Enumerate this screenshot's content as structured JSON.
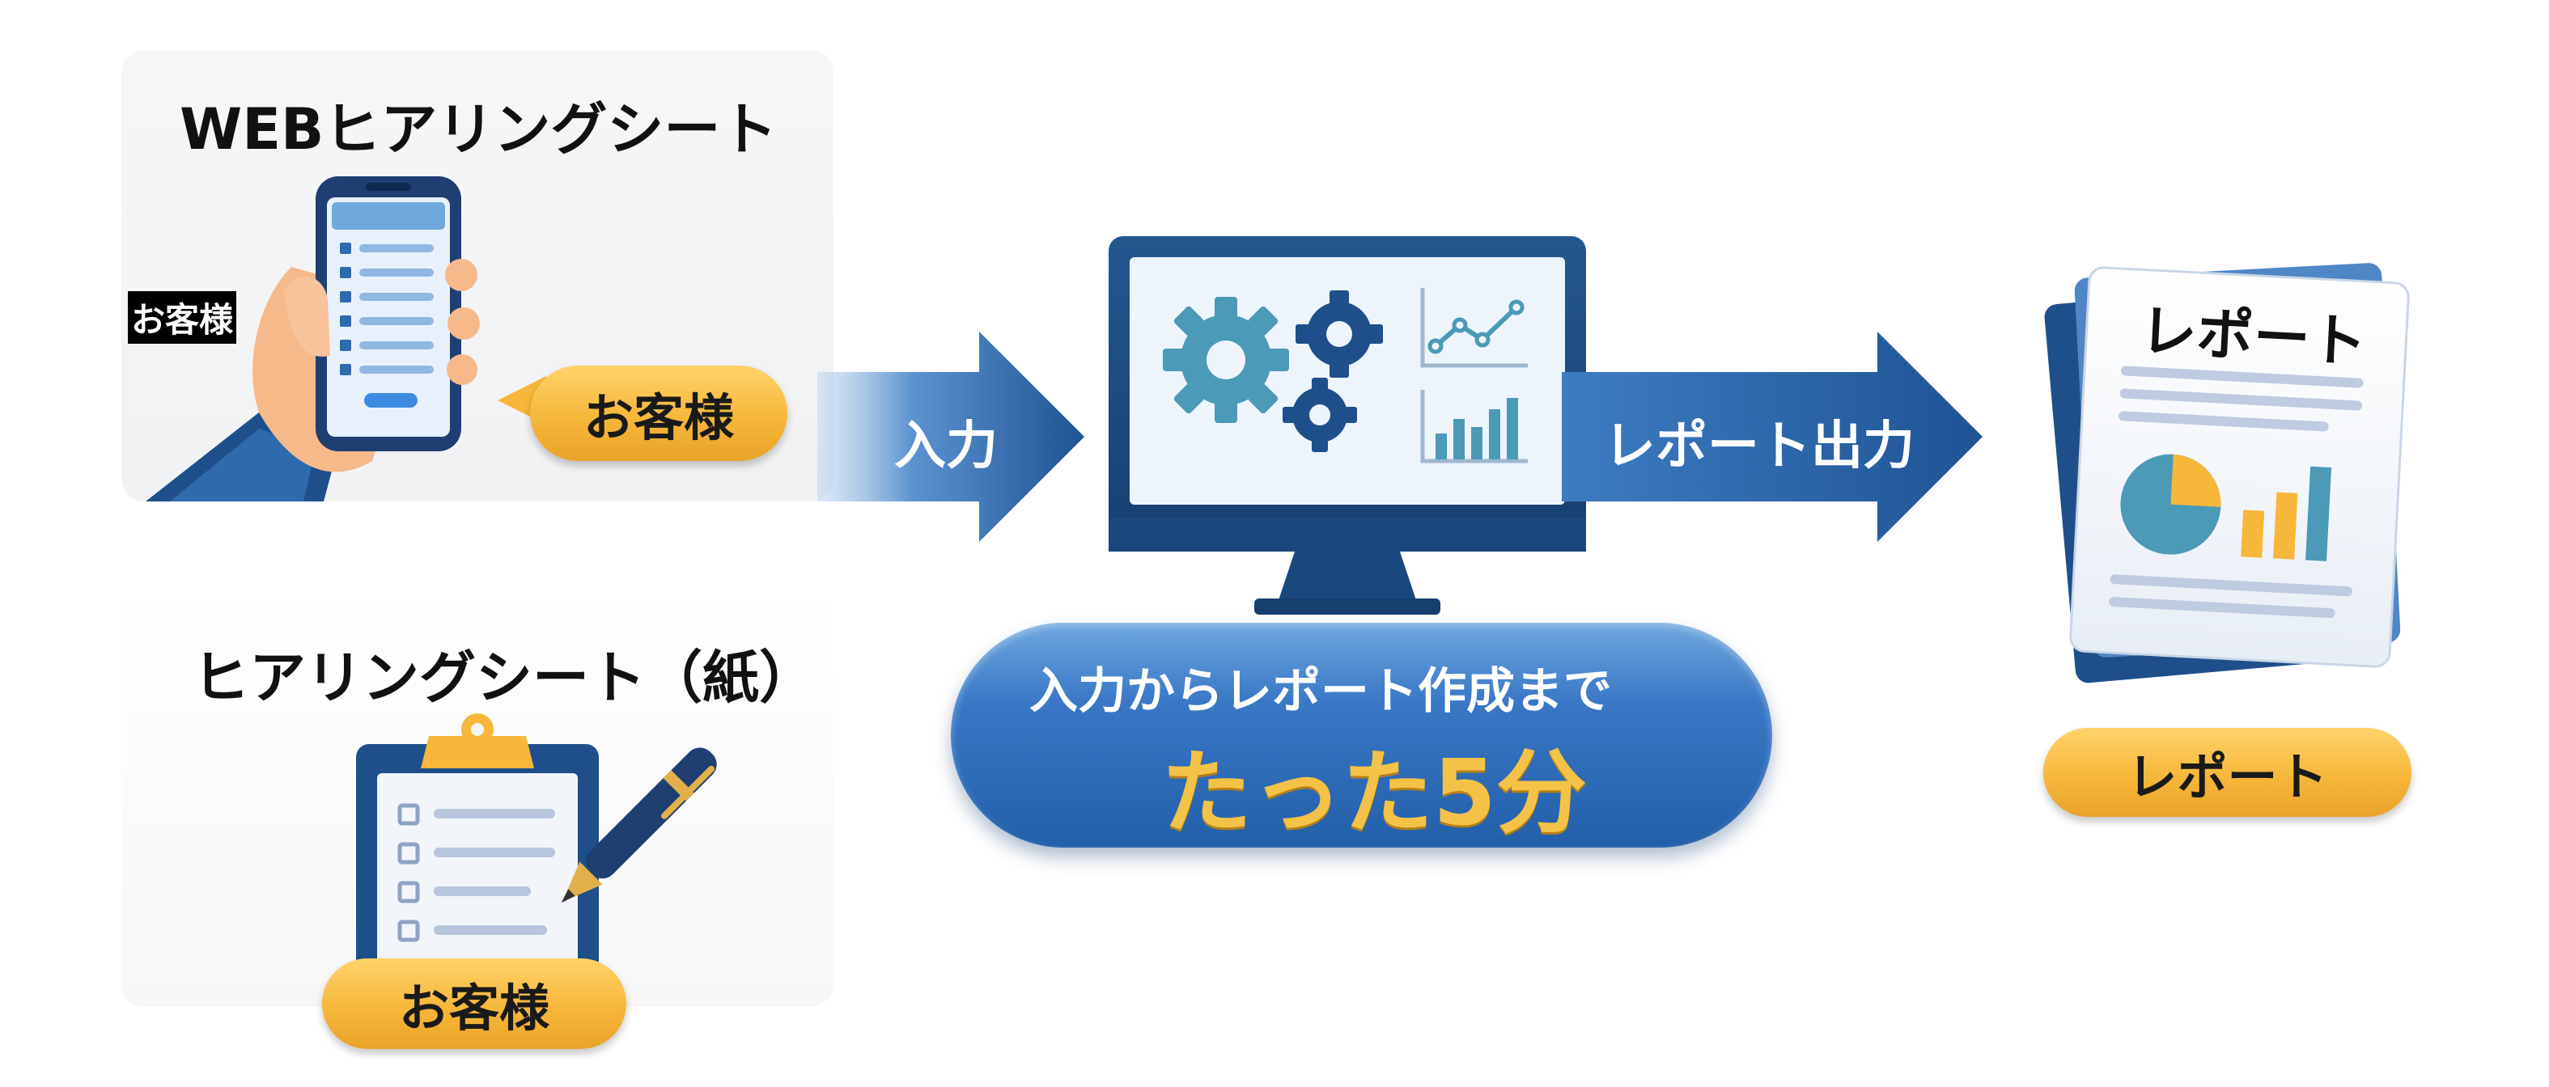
{
  "web_sheet": {
    "title": "WEBヒアリングシート",
    "tag_label": "お客様",
    "customer_pill": "お客様"
  },
  "paper_sheet": {
    "title": "ヒアリングシート（紙）",
    "customer_pill": "お客様"
  },
  "arrows": {
    "input_label": "入力",
    "output_label": "レポート出力"
  },
  "banner": {
    "line1": "入力からレポート作成まで",
    "line2": "たった5分"
  },
  "report": {
    "doc_title": "レポート",
    "pill_label": "レポート"
  },
  "icons": {
    "phone": "smartphone-checklist-icon",
    "clipboard": "clipboard-checklist-icon",
    "pen": "pen-icon",
    "monitor": "computer-monitor-icon",
    "gears": "gears-icon",
    "line_chart": "line-chart-icon",
    "bar_chart": "bar-chart-icon",
    "report_doc": "report-document-icon"
  },
  "colors": {
    "navy": "#1f4f8b",
    "blue": "#3a78c6",
    "gold": "#f6b73a",
    "teal": "#4a9ab8"
  }
}
